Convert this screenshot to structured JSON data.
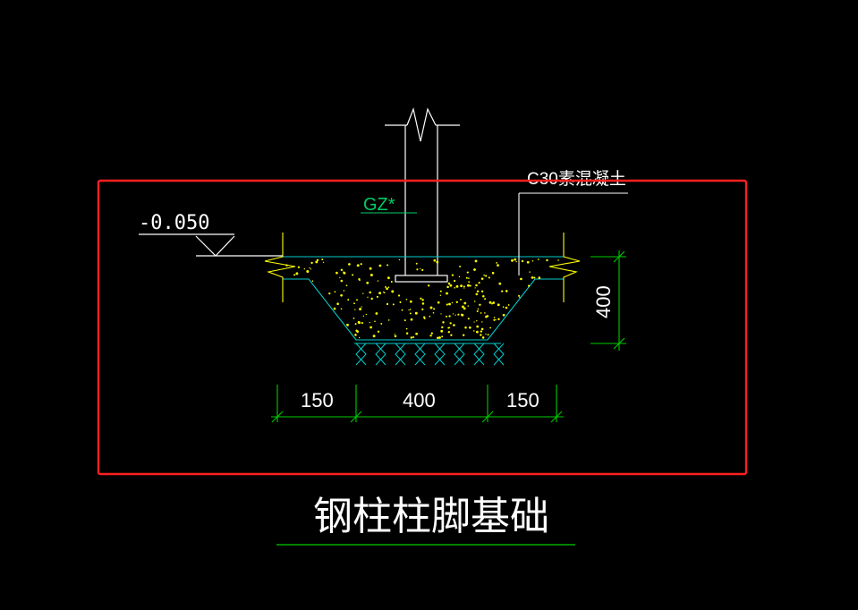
{
  "drawing": {
    "title": "钢柱柱脚基础",
    "elevation": "-0.050",
    "column_tag": "GZ*",
    "material_note": "C30素混凝土",
    "height_dim": "400",
    "width_dims": [
      "150",
      "400",
      "150"
    ]
  },
  "colors": {
    "background": "#000000",
    "linework": "#ffffff",
    "dimension": "#00cc00",
    "foundation_edge": "#00cccc",
    "concrete_fill": "#ffff00",
    "tag": "#00cc66",
    "highlight_box": "#ff2020"
  }
}
